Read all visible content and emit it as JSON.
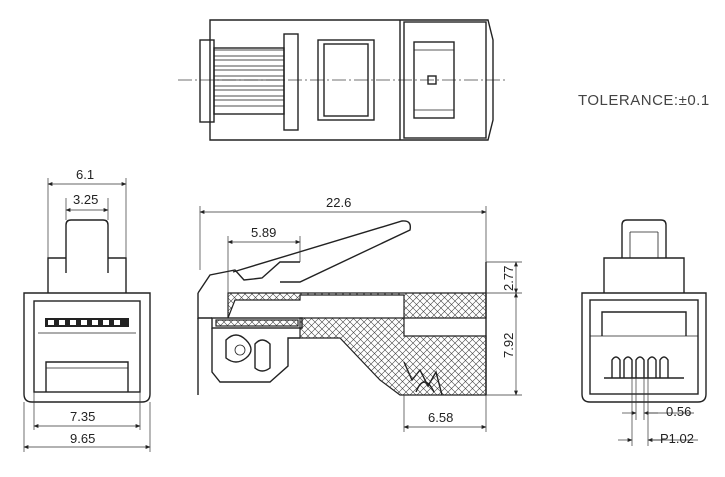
{
  "tolerance": "TOLERANCE:±0.1",
  "front_view": {
    "dim_top_width": "6.1",
    "dim_latch_width": "3.25",
    "dim_inner_width": "7.35",
    "dim_outer_width": "9.65"
  },
  "side_view": {
    "dim_length": "22.6",
    "dim_latch_length": "5.89",
    "dim_latch_height": "2.77",
    "dim_body_height": "7.92",
    "dim_cable_section": "6.58"
  },
  "rear_view": {
    "dim_contact_width": "0.56",
    "dim_pitch": "P1.02"
  }
}
